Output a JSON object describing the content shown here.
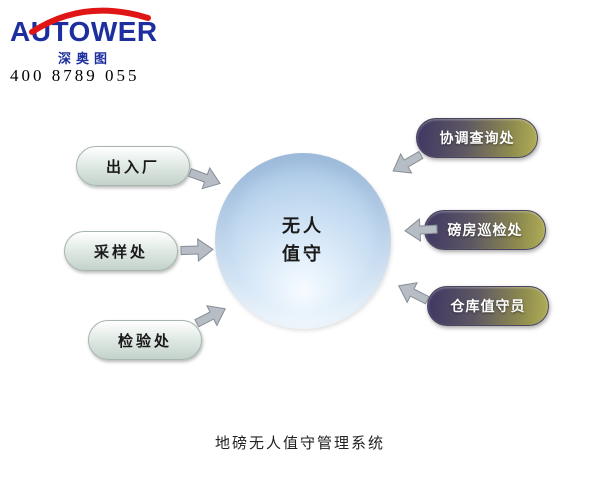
{
  "logo": {
    "brand": "AUTOWER",
    "brand_cn": "深奥图",
    "phone": "400 8789 055"
  },
  "diagram": {
    "center": {
      "line1": "无人",
      "line2": "值守"
    },
    "left_nodes": [
      {
        "label": "出入厂"
      },
      {
        "label": "采样处"
      },
      {
        "label": "检验处"
      }
    ],
    "right_nodes": [
      {
        "label": "协调查询处"
      },
      {
        "label": "磅房巡检处"
      },
      {
        "label": "仓库值守员"
      }
    ]
  },
  "caption": "地磅无人值守管理系统",
  "icons": {
    "connector_arrow": "3d-block-arrow",
    "logo_swoosh": "red-orbit-swoosh"
  },
  "colors": {
    "brand_blue": "#1d2f9f",
    "brand_red": "#e01515",
    "circle_fill_light": "#dcebf9",
    "circle_fill_dark": "#9bbadd",
    "left_pill": "#d7e3dc",
    "right_pill_dark": "#3f3763",
    "right_pill_light": "#b0ae57",
    "arrow_gray": "#b7bdc4",
    "text_dark": "#1a1a1a"
  }
}
